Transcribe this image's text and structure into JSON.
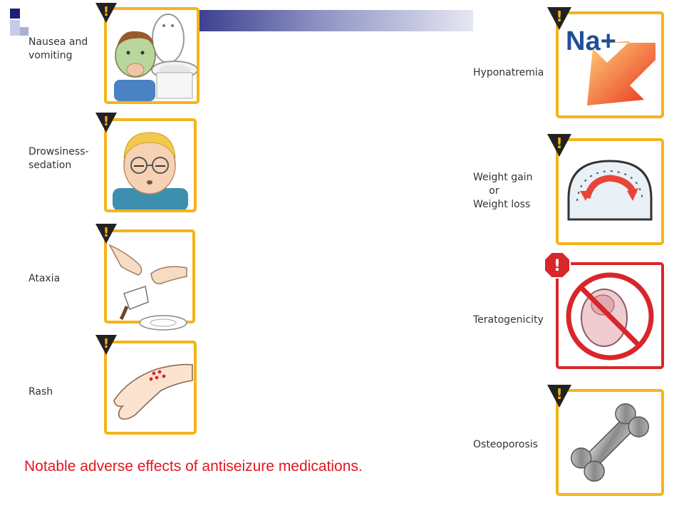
{
  "slide": {
    "caption": "Notable adverse effects of antiseizure medications."
  },
  "left_effects": [
    {
      "label": "Nausea and\nvomiting",
      "icon": "nausea-icon"
    },
    {
      "label": "Drowsiness-\nsedation",
      "icon": "drowsy-face-icon"
    },
    {
      "label": "Ataxia",
      "icon": "ataxia-hands-icon"
    },
    {
      "label": "Rash",
      "icon": "rash-hand-icon"
    }
  ],
  "right_effects": [
    {
      "label": "Hyponatremia",
      "icon": "sodium-down-icon",
      "symbol": "Na+"
    },
    {
      "label": "Weight gain\n     or\nWeight loss",
      "icon": "scale-gauge-icon"
    },
    {
      "label": "Teratogenicity",
      "icon": "no-fetus-icon"
    },
    {
      "label": "Osteoporosis",
      "icon": "bone-icon"
    }
  ],
  "colors": {
    "frame": "#f4b41a",
    "frame_danger": "#d8262b",
    "caption": "#e3161c",
    "accent_bar": "#3b3f8f"
  }
}
